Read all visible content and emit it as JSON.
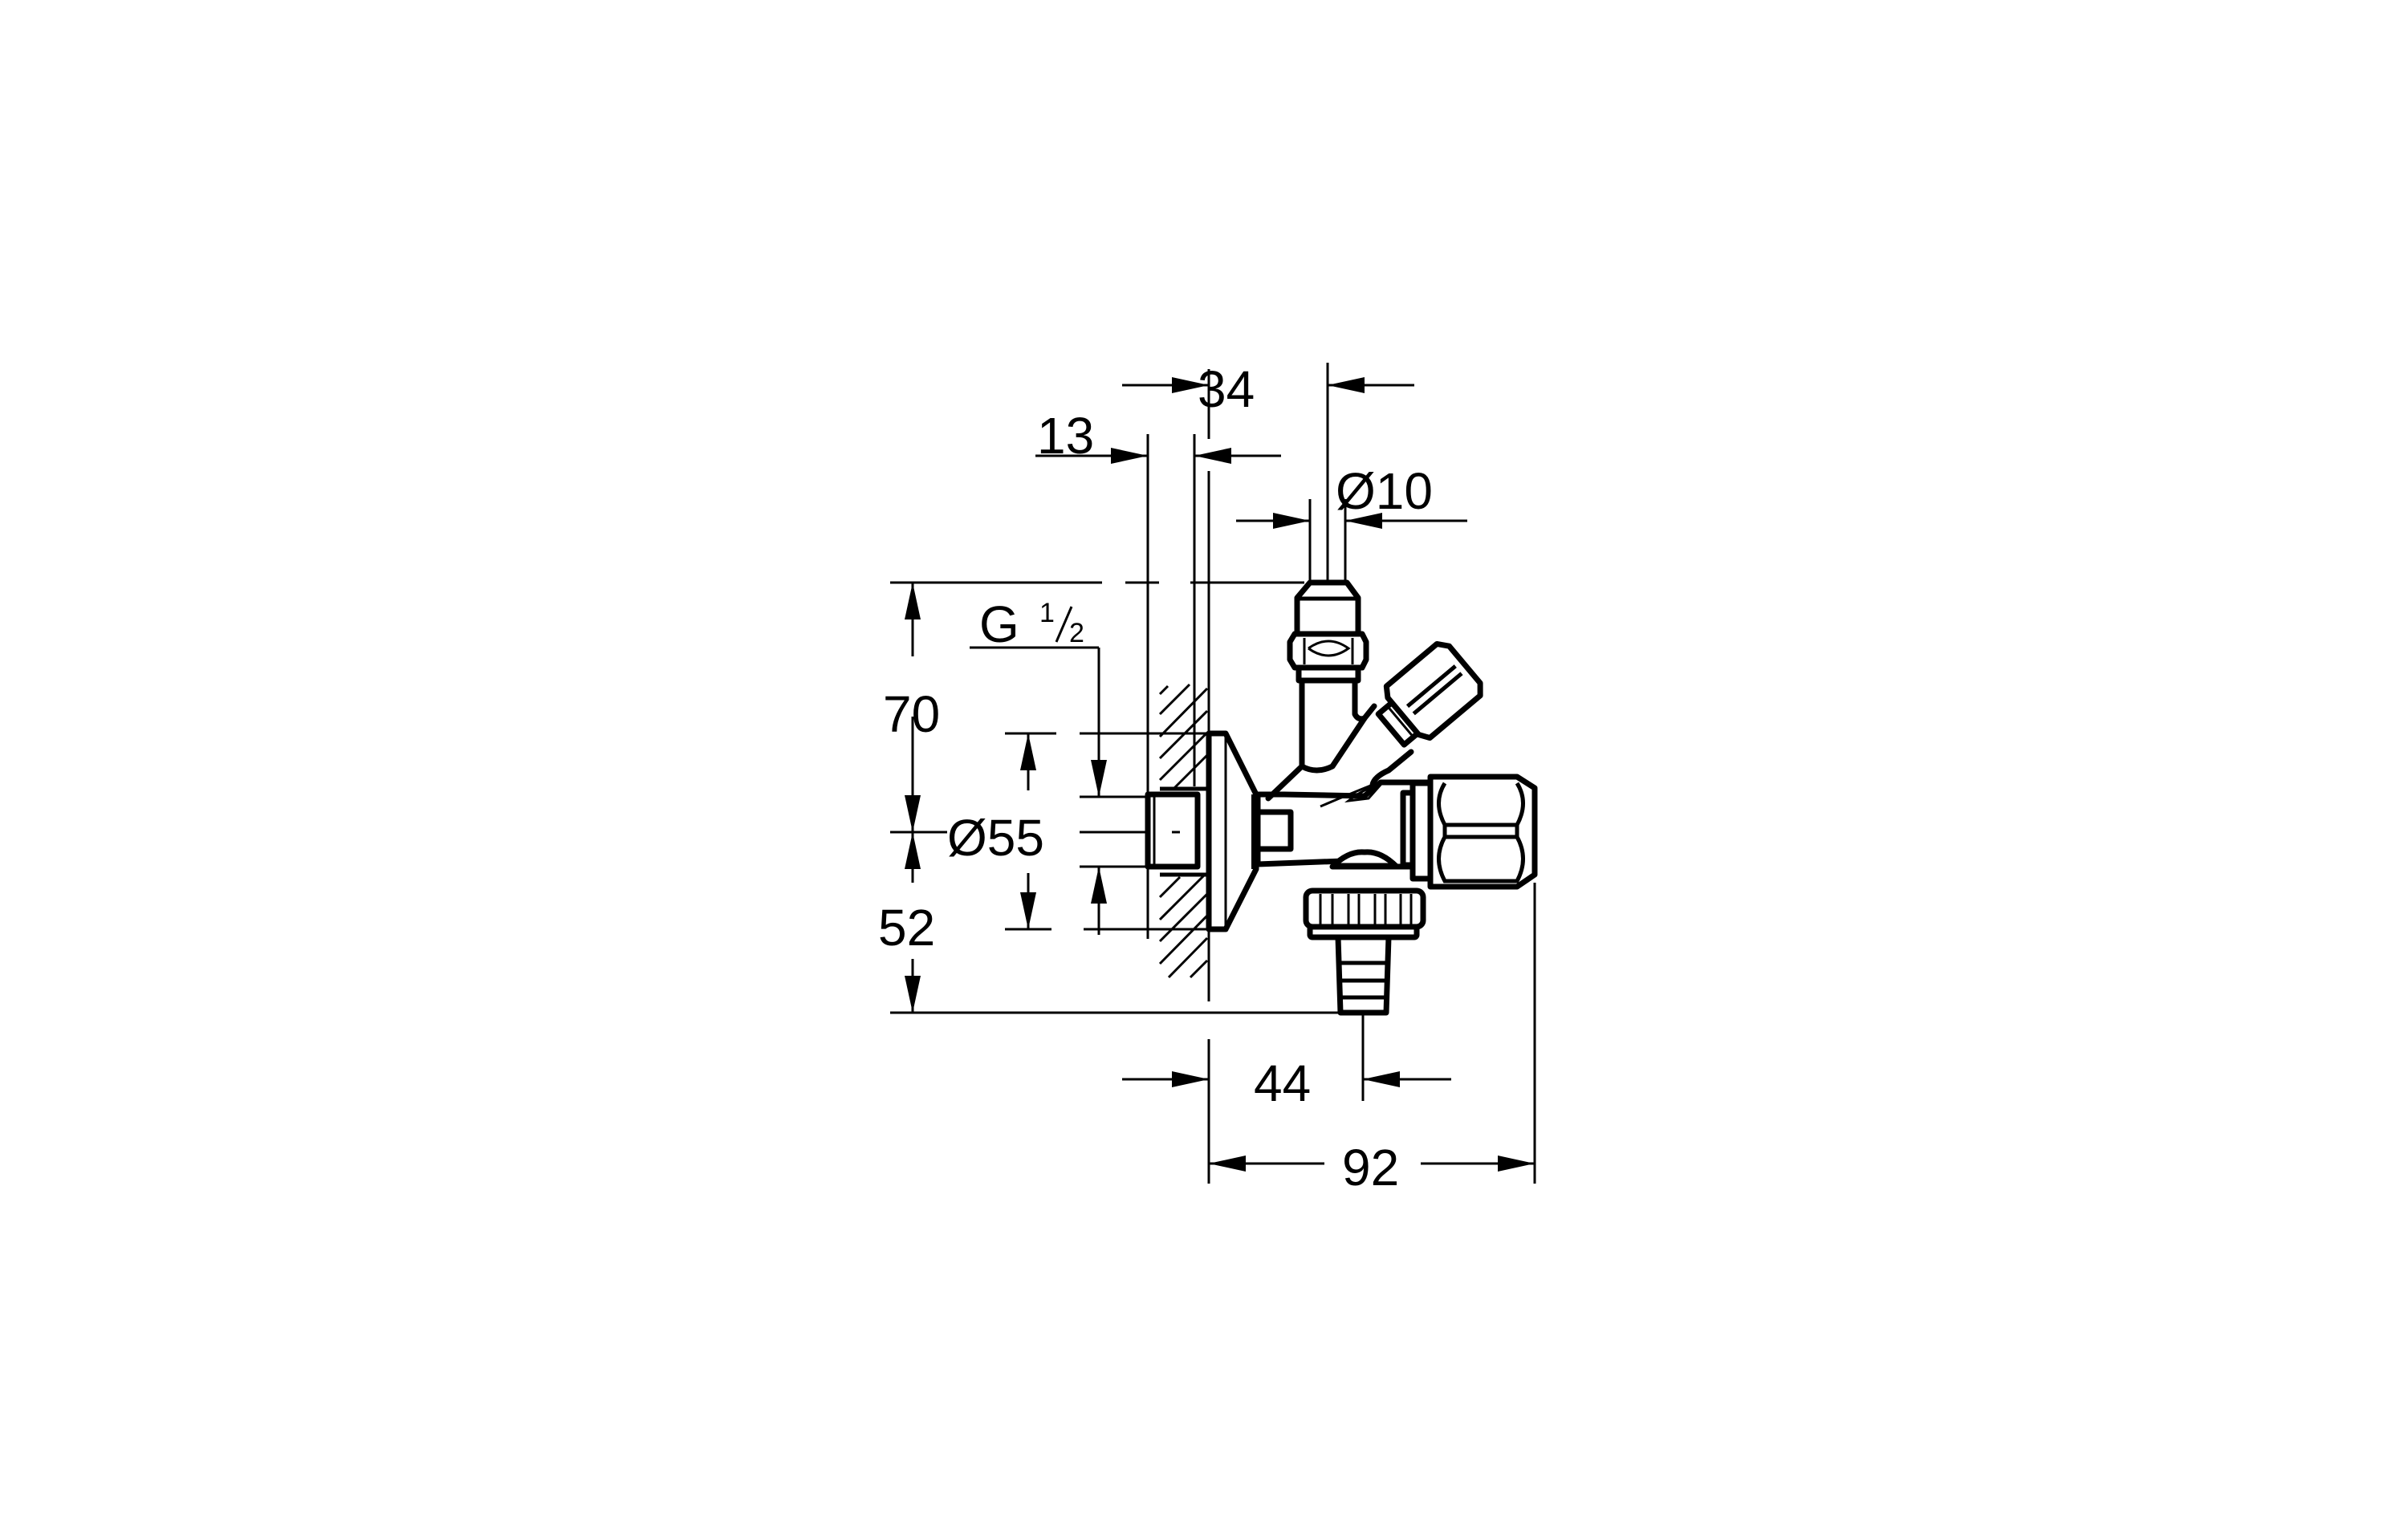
{
  "drawing": {
    "title": "Angle valve with hose connection – dimensional drawing",
    "units": "mm",
    "background": "#ffffff",
    "line_color": "#000000"
  },
  "dimensions": {
    "offset_13": {
      "label": "13",
      "value": 13,
      "orientation": "horizontal"
    },
    "offset_34": {
      "label": "34",
      "value": 34,
      "orientation": "horizontal"
    },
    "pipe_diameter": {
      "label": "Ø10",
      "value": 10,
      "orientation": "horizontal"
    },
    "thread": {
      "label": "G",
      "fraction_num": "1",
      "fraction_den": "2",
      "full": "G 1/2"
    },
    "height_upper": {
      "label": "70",
      "value": 70,
      "orientation": "vertical"
    },
    "height_lower": {
      "label": "52",
      "value": 52,
      "orientation": "vertical"
    },
    "rosette_diameter": {
      "label": "Ø55",
      "value": 55,
      "orientation": "vertical"
    },
    "hose_offset": {
      "label": "44",
      "value": 44,
      "orientation": "horizontal"
    },
    "overall_depth": {
      "label": "92",
      "value": 92,
      "orientation": "horizontal"
    }
  },
  "components": [
    {
      "name": "wall",
      "icon": "hatched-wall"
    },
    {
      "name": "wall-rosette",
      "icon": "cone-rosette"
    },
    {
      "name": "threaded-stub",
      "icon": "thread-stub"
    },
    {
      "name": "compression-fitting-top",
      "icon": "hex-nut"
    },
    {
      "name": "angled-connection-nut",
      "icon": "hex-nut"
    },
    {
      "name": "side-outlet-nut",
      "icon": "hex-nut"
    },
    {
      "name": "knurled-nut",
      "icon": "knurled-ring"
    },
    {
      "name": "hose-barb",
      "icon": "hose-nozzle"
    }
  ]
}
